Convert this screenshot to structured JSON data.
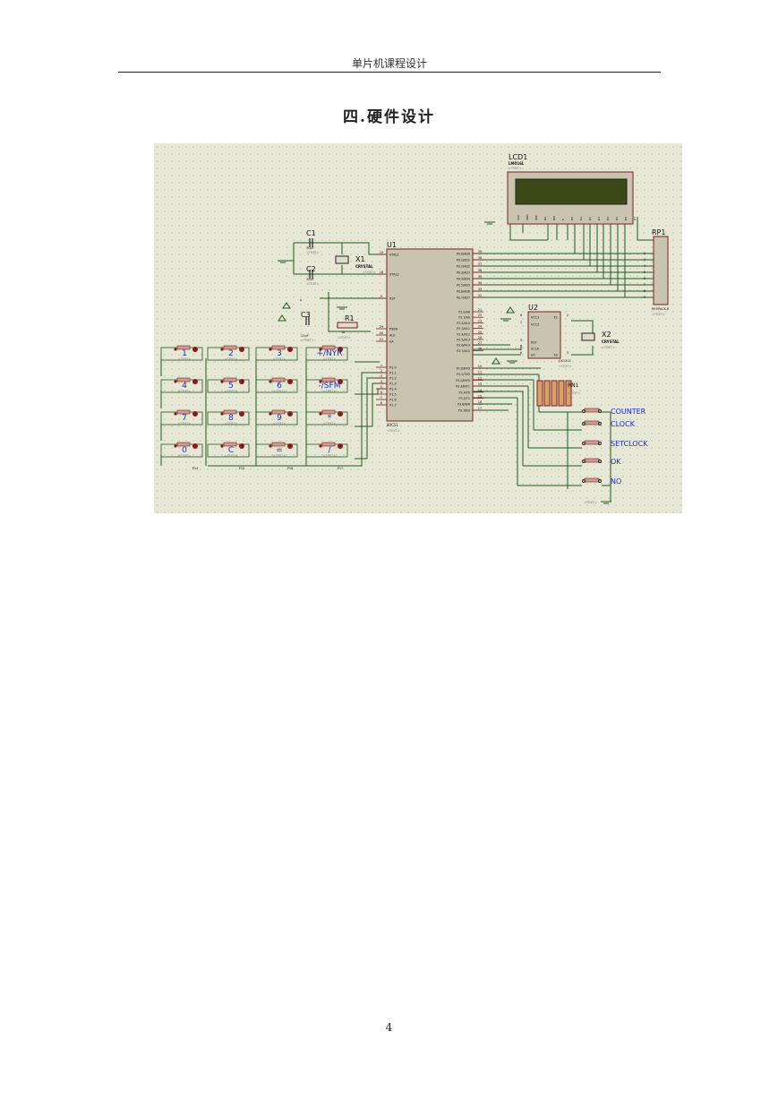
{
  "header": {
    "text": "单片机课程设计"
  },
  "section_title": "四.硬件设计",
  "page_number": "4",
  "schematic": {
    "lcd": {
      "ref": "LCD1",
      "model": "LM016L",
      "text": "<TEXT>",
      "pins": [
        "VSS",
        "VDD",
        "VEE",
        "RS",
        "RW",
        "E",
        "D0",
        "D1",
        "D2",
        "D3",
        "D4",
        "D5",
        "D6",
        "D7"
      ]
    },
    "mcu": {
      "ref": "U1",
      "model": "80C51",
      "text": "<TEXT>",
      "left_pins": [
        {
          "num": "19",
          "name": "XTAL1"
        },
        {
          "num": "18",
          "name": "XTAL2"
        },
        {
          "num": "9",
          "name": "RST"
        },
        {
          "num": "29",
          "name": "PSEN"
        },
        {
          "num": "30",
          "name": "ALE"
        },
        {
          "num": "31",
          "name": "EA"
        },
        {
          "num": "1",
          "name": "P1.0"
        },
        {
          "num": "2",
          "name": "P1.1"
        },
        {
          "num": "3",
          "name": "P1.2"
        },
        {
          "num": "4",
          "name": "P1.3"
        },
        {
          "num": "5",
          "name": "P1.4"
        },
        {
          "num": "6",
          "name": "P1.5"
        },
        {
          "num": "7",
          "name": "P1.6"
        },
        {
          "num": "8",
          "name": "P1.7"
        }
      ],
      "right_pins": [
        {
          "num": "39",
          "name": "P0.0/AD0"
        },
        {
          "num": "38",
          "name": "P0.1/AD1"
        },
        {
          "num": "37",
          "name": "P0.2/AD2"
        },
        {
          "num": "36",
          "name": "P0.3/AD3"
        },
        {
          "num": "35",
          "name": "P0.4/AD4"
        },
        {
          "num": "34",
          "name": "P0.5/AD5"
        },
        {
          "num": "33",
          "name": "P0.6/AD6"
        },
        {
          "num": "32",
          "name": "P0.7/AD7"
        },
        {
          "num": "21",
          "name": "P2.0/A8"
        },
        {
          "num": "22",
          "name": "P2.1/A9"
        },
        {
          "num": "23",
          "name": "P2.2/A10"
        },
        {
          "num": "24",
          "name": "P2.3/A11"
        },
        {
          "num": "25",
          "name": "P2.4/A12"
        },
        {
          "num": "26",
          "name": "P2.5/A13"
        },
        {
          "num": "27",
          "name": "P2.6/A14"
        },
        {
          "num": "28",
          "name": "P2.7/A15"
        },
        {
          "num": "10",
          "name": "P3.0/RXD"
        },
        {
          "num": "11",
          "name": "P3.1/TXD"
        },
        {
          "num": "12",
          "name": "P3.2/INT0"
        },
        {
          "num": "13",
          "name": "P3.3/INT1"
        },
        {
          "num": "14",
          "name": "P3.4/T0"
        },
        {
          "num": "15",
          "name": "P3.5/T1"
        },
        {
          "num": "16",
          "name": "P3.6/WR"
        },
        {
          "num": "17",
          "name": "P3.7/RD"
        }
      ]
    },
    "rp1": {
      "ref": "RP1",
      "model": "RESPACK-8",
      "text": "<TEXT>",
      "pins": [
        "2",
        "3",
        "4",
        "5",
        "6",
        "7",
        "8",
        "9"
      ]
    },
    "u2": {
      "ref": "U2",
      "model": "DS1302",
      "text": "<TEXT>",
      "pins_left": [
        "VCC1",
        "VCC2",
        "RST",
        "SCLK",
        "I/O"
      ],
      "pins_right": [
        "X1",
        "X2"
      ],
      "pin_nums_left": [
        "8",
        "1",
        "5",
        "7",
        "6"
      ],
      "pin_nums_right": [
        "2",
        "3"
      ]
    },
    "c1": {
      "ref": "C1",
      "value": "30pF",
      "text": "<TEXT>"
    },
    "c2": {
      "ref": "C2",
      "value": "30pF",
      "text": "<TEXT>"
    },
    "c3": {
      "ref": "C3",
      "value": "22pF",
      "text": "<TEXT>"
    },
    "r1": {
      "ref": "R1",
      "value": "1k",
      "text": "<TEXT>"
    },
    "x1": {
      "ref": "X1",
      "model": "CRYSTAL",
      "text": "<TEXT>"
    },
    "x2": {
      "ref": "X2",
      "model": "CRYSTAL",
      "text": "<TEXT>"
    },
    "rn": {
      "ref": "RN1",
      "text": "<TEXT>"
    },
    "keypad": {
      "rows": [
        [
          "1",
          "2",
          "3",
          "+/NYR"
        ],
        [
          "4",
          "5",
          "6",
          "-/SFM"
        ],
        [
          "7",
          "8",
          "9",
          "*"
        ],
        [
          "0",
          "C",
          "=",
          "/"
        ]
      ],
      "column_nets": [
        "P14",
        "P15",
        "P16",
        "P17"
      ]
    },
    "side_buttons": [
      "COUNTER",
      "CLOCK",
      "SETCLOCK",
      "OK",
      "NO"
    ],
    "text_placeholder": "<TEXT>"
  }
}
